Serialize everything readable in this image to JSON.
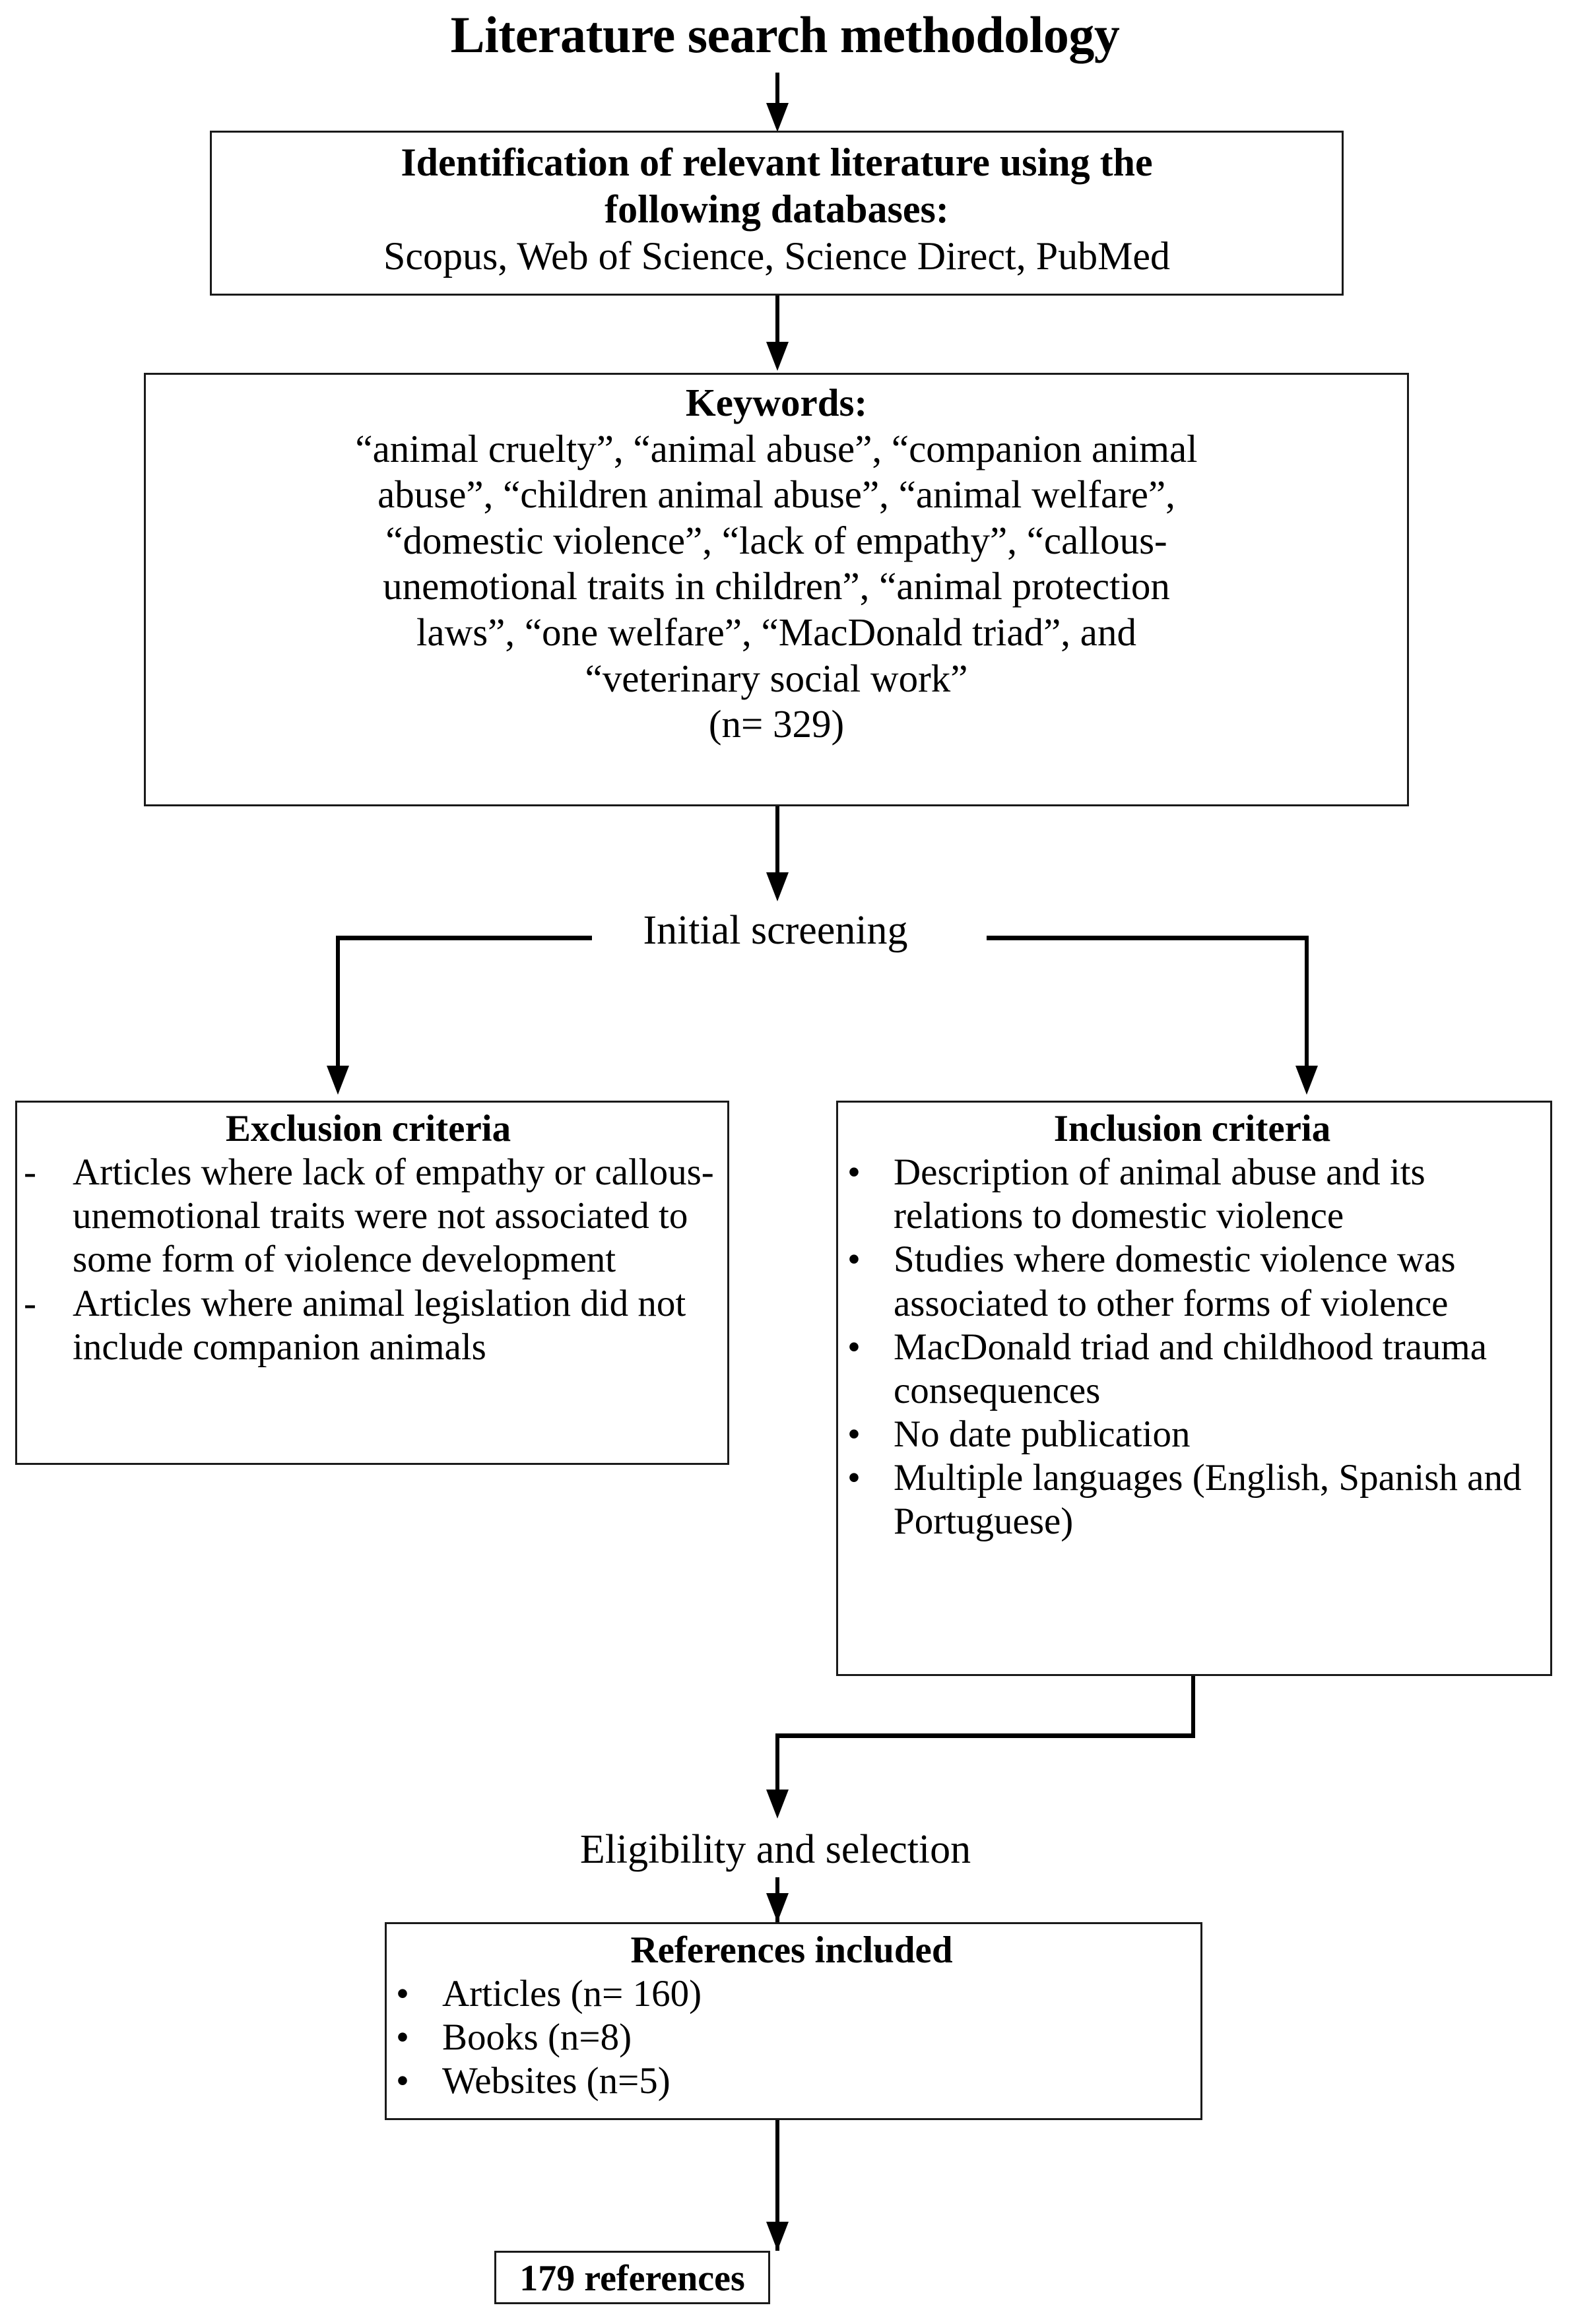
{
  "figure": {
    "title": "Literature search methodology",
    "type": "flowchart",
    "orientation": "top-to-bottom"
  },
  "identification_box": {
    "heading_line1": "Identification of relevant literature using the",
    "heading_line2": "following databases:",
    "databases": "Scopus, Web of Science, Science Direct, PubMed"
  },
  "keywords_box": {
    "heading": "Keywords:",
    "lines": [
      "“animal cruelty”, “animal abuse”, “companion animal",
      "abuse”, “children animal abuse”, “animal welfare”,",
      "“domestic violence”, “lack of empathy”, “callous-",
      "unemotional traits in children”, “animal protection",
      "laws”, “one welfare”, “MacDonald triad”, and",
      "“veterinary social work”"
    ],
    "count": "(n= 329)"
  },
  "initial_screening_label": "Initial screening",
  "exclusion_box": {
    "heading": "Exclusion criteria",
    "marker": "-",
    "items": [
      "Articles where lack of empathy or callous-unemotional traits were not associated to some form of violence development",
      "Articles where animal legislation did not include companion animals"
    ]
  },
  "inclusion_box": {
    "heading": "Inclusion criteria",
    "marker": "•",
    "items": [
      "Description of animal abuse and its relations to domestic violence",
      "Studies where domestic violence was associated to other forms of violence",
      "MacDonald triad and childhood trauma consequences",
      "No date publication",
      "Multiple languages (English, Spanish and Portuguese)"
    ]
  },
  "eligibility_label": "Eligibility and selection",
  "references_box": {
    "heading": "References included",
    "marker": "•",
    "items": [
      "Articles (n= 160)",
      "Books (n=8)",
      "Websites (n=5)"
    ]
  },
  "total_box": {
    "label": "179 references"
  },
  "colors": {
    "line": "#000000",
    "border": "#1a1a1a",
    "text": "#000000",
    "background": "#ffffff"
  }
}
